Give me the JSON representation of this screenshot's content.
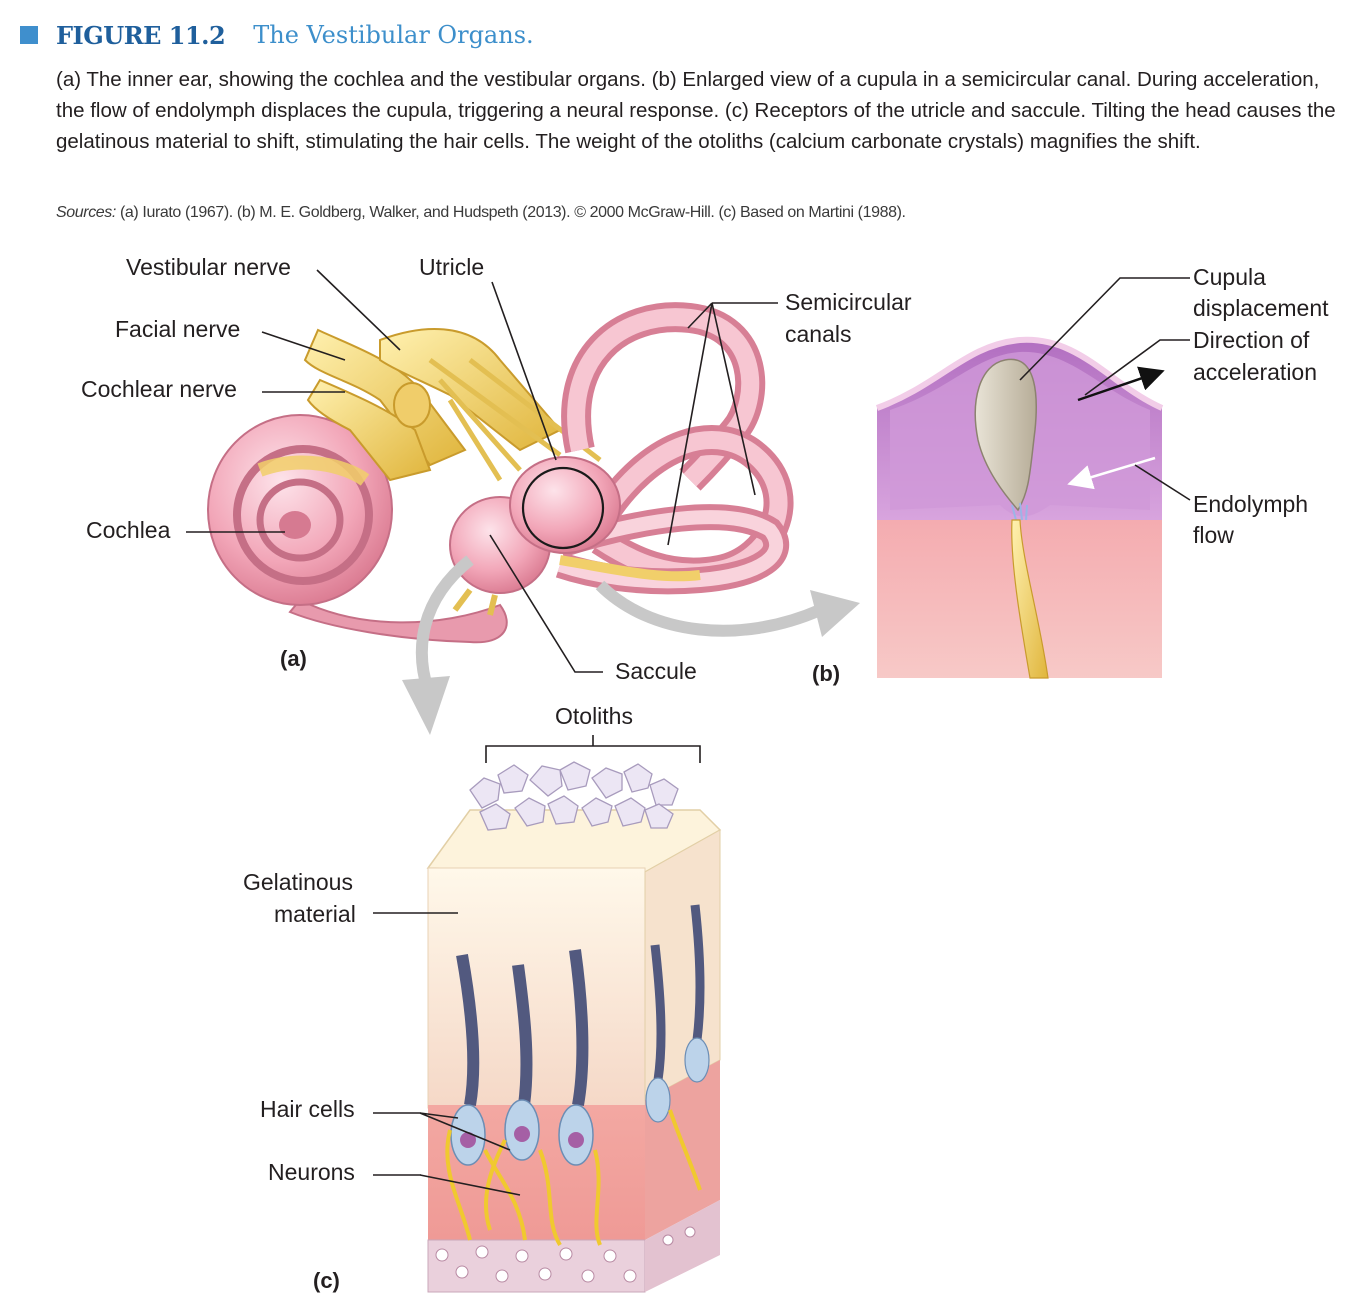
{
  "figure": {
    "number": "FIGURE 11.2",
    "title": "The Vestibular Organs.",
    "caption": "(a) The inner ear, showing the cochlea and the vestibular organs. (b) Enlarged view of a cupula in a semicircular canal. During acceleration, the flow of endolymph displaces the cupula, triggering a neural response. (c) Receptors of the utricle and saccule. Tilting the head causes the gelatinous material to shift, stimulating the hair cells. The weight of the otoliths (calcium carbonate crystals) magnifies the shift.",
    "sources_prefix": "Sources:",
    "sources_text": " (a) Iurato (1967). (b) M. E. Goldberg, Walker, and Hudspeth (2013). © 2000 McGraw-Hill. (c) Based on Martini (1988).",
    "accent_color": "#3f8fcd",
    "number_color": "#1f5f9c"
  },
  "panel_a": {
    "tag": "(a)",
    "labels": {
      "vestibular_nerve": "Vestibular nerve",
      "facial_nerve": "Facial nerve",
      "cochlear_nerve": "Cochlear nerve",
      "cochlea": "Cochlea",
      "utricle": "Utricle",
      "semicircular_1": "Semicircular",
      "semicircular_2": "canals",
      "saccule": "Saccule"
    }
  },
  "panel_b": {
    "tag": "(b)",
    "labels": {
      "cupula_1": "Cupula",
      "cupula_2": "displacement",
      "direction_1": "Direction of",
      "direction_2": "acceleration",
      "endolymph_1": "Endolymph",
      "endolymph_2": "flow"
    }
  },
  "panel_c": {
    "tag": "(c)",
    "labels": {
      "otoliths": "Otoliths",
      "gelatinous_1": "Gelatinous",
      "gelatinous_2": "material",
      "hair_cells": "Hair cells",
      "neurons": "Neurons"
    }
  }
}
